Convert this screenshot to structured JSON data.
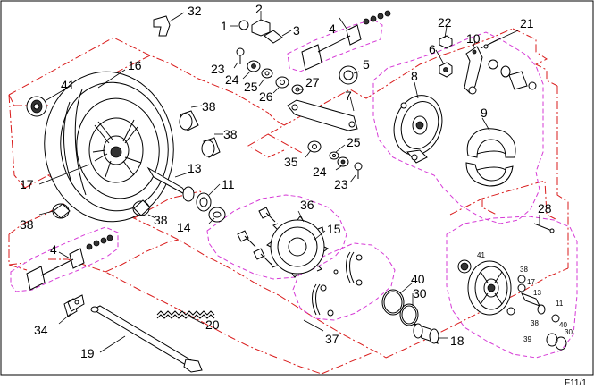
{
  "diagram": {
    "page_code": "F11/1",
    "callouts_main": [
      {
        "id": "c32",
        "text": "32"
      },
      {
        "id": "c1",
        "text": "1"
      },
      {
        "id": "c2",
        "text": "2"
      },
      {
        "id": "c3",
        "text": "3"
      },
      {
        "id": "c4a",
        "text": "4"
      },
      {
        "id": "c5",
        "text": "5"
      },
      {
        "id": "c6",
        "text": "6"
      },
      {
        "id": "c22",
        "text": "22"
      },
      {
        "id": "c10",
        "text": "10"
      },
      {
        "id": "c21",
        "text": "21"
      },
      {
        "id": "c16",
        "text": "16"
      },
      {
        "id": "c41",
        "text": "41"
      },
      {
        "id": "c23a",
        "text": "23"
      },
      {
        "id": "c24a",
        "text": "24"
      },
      {
        "id": "c25a",
        "text": "25"
      },
      {
        "id": "c26",
        "text": "26"
      },
      {
        "id": "c27",
        "text": "27"
      },
      {
        "id": "c7",
        "text": "7"
      },
      {
        "id": "c8",
        "text": "8"
      },
      {
        "id": "c9",
        "text": "9"
      },
      {
        "id": "c38a",
        "text": "38"
      },
      {
        "id": "c38b",
        "text": "38"
      },
      {
        "id": "c35",
        "text": "35"
      },
      {
        "id": "c25b",
        "text": "25"
      },
      {
        "id": "c24b",
        "text": "24"
      },
      {
        "id": "c23b",
        "text": "23"
      },
      {
        "id": "c17",
        "text": "17"
      },
      {
        "id": "c13",
        "text": "13"
      },
      {
        "id": "c11",
        "text": "11"
      },
      {
        "id": "c38c",
        "text": "38"
      },
      {
        "id": "c38d",
        "text": "38"
      },
      {
        "id": "c14",
        "text": "14"
      },
      {
        "id": "c36",
        "text": "36"
      },
      {
        "id": "c15",
        "text": "15"
      },
      {
        "id": "c28",
        "text": "28"
      },
      {
        "id": "c4b",
        "text": "4"
      },
      {
        "id": "c40",
        "text": "40"
      },
      {
        "id": "c30",
        "text": "30"
      },
      {
        "id": "c34",
        "text": "34"
      },
      {
        "id": "c20",
        "text": "20"
      },
      {
        "id": "c37",
        "text": "37"
      },
      {
        "id": "c18",
        "text": "18"
      },
      {
        "id": "c19",
        "text": "19"
      }
    ],
    "callouts_inset": [
      {
        "id": "i41",
        "text": "41"
      },
      {
        "id": "i38a",
        "text": "38"
      },
      {
        "id": "i17",
        "text": "17"
      },
      {
        "id": "i13",
        "text": "13"
      },
      {
        "id": "i11",
        "text": "11"
      },
      {
        "id": "i38b",
        "text": "38"
      },
      {
        "id": "i40",
        "text": "40"
      },
      {
        "id": "i39",
        "text": "39"
      },
      {
        "id": "i30",
        "text": "30"
      }
    ]
  }
}
